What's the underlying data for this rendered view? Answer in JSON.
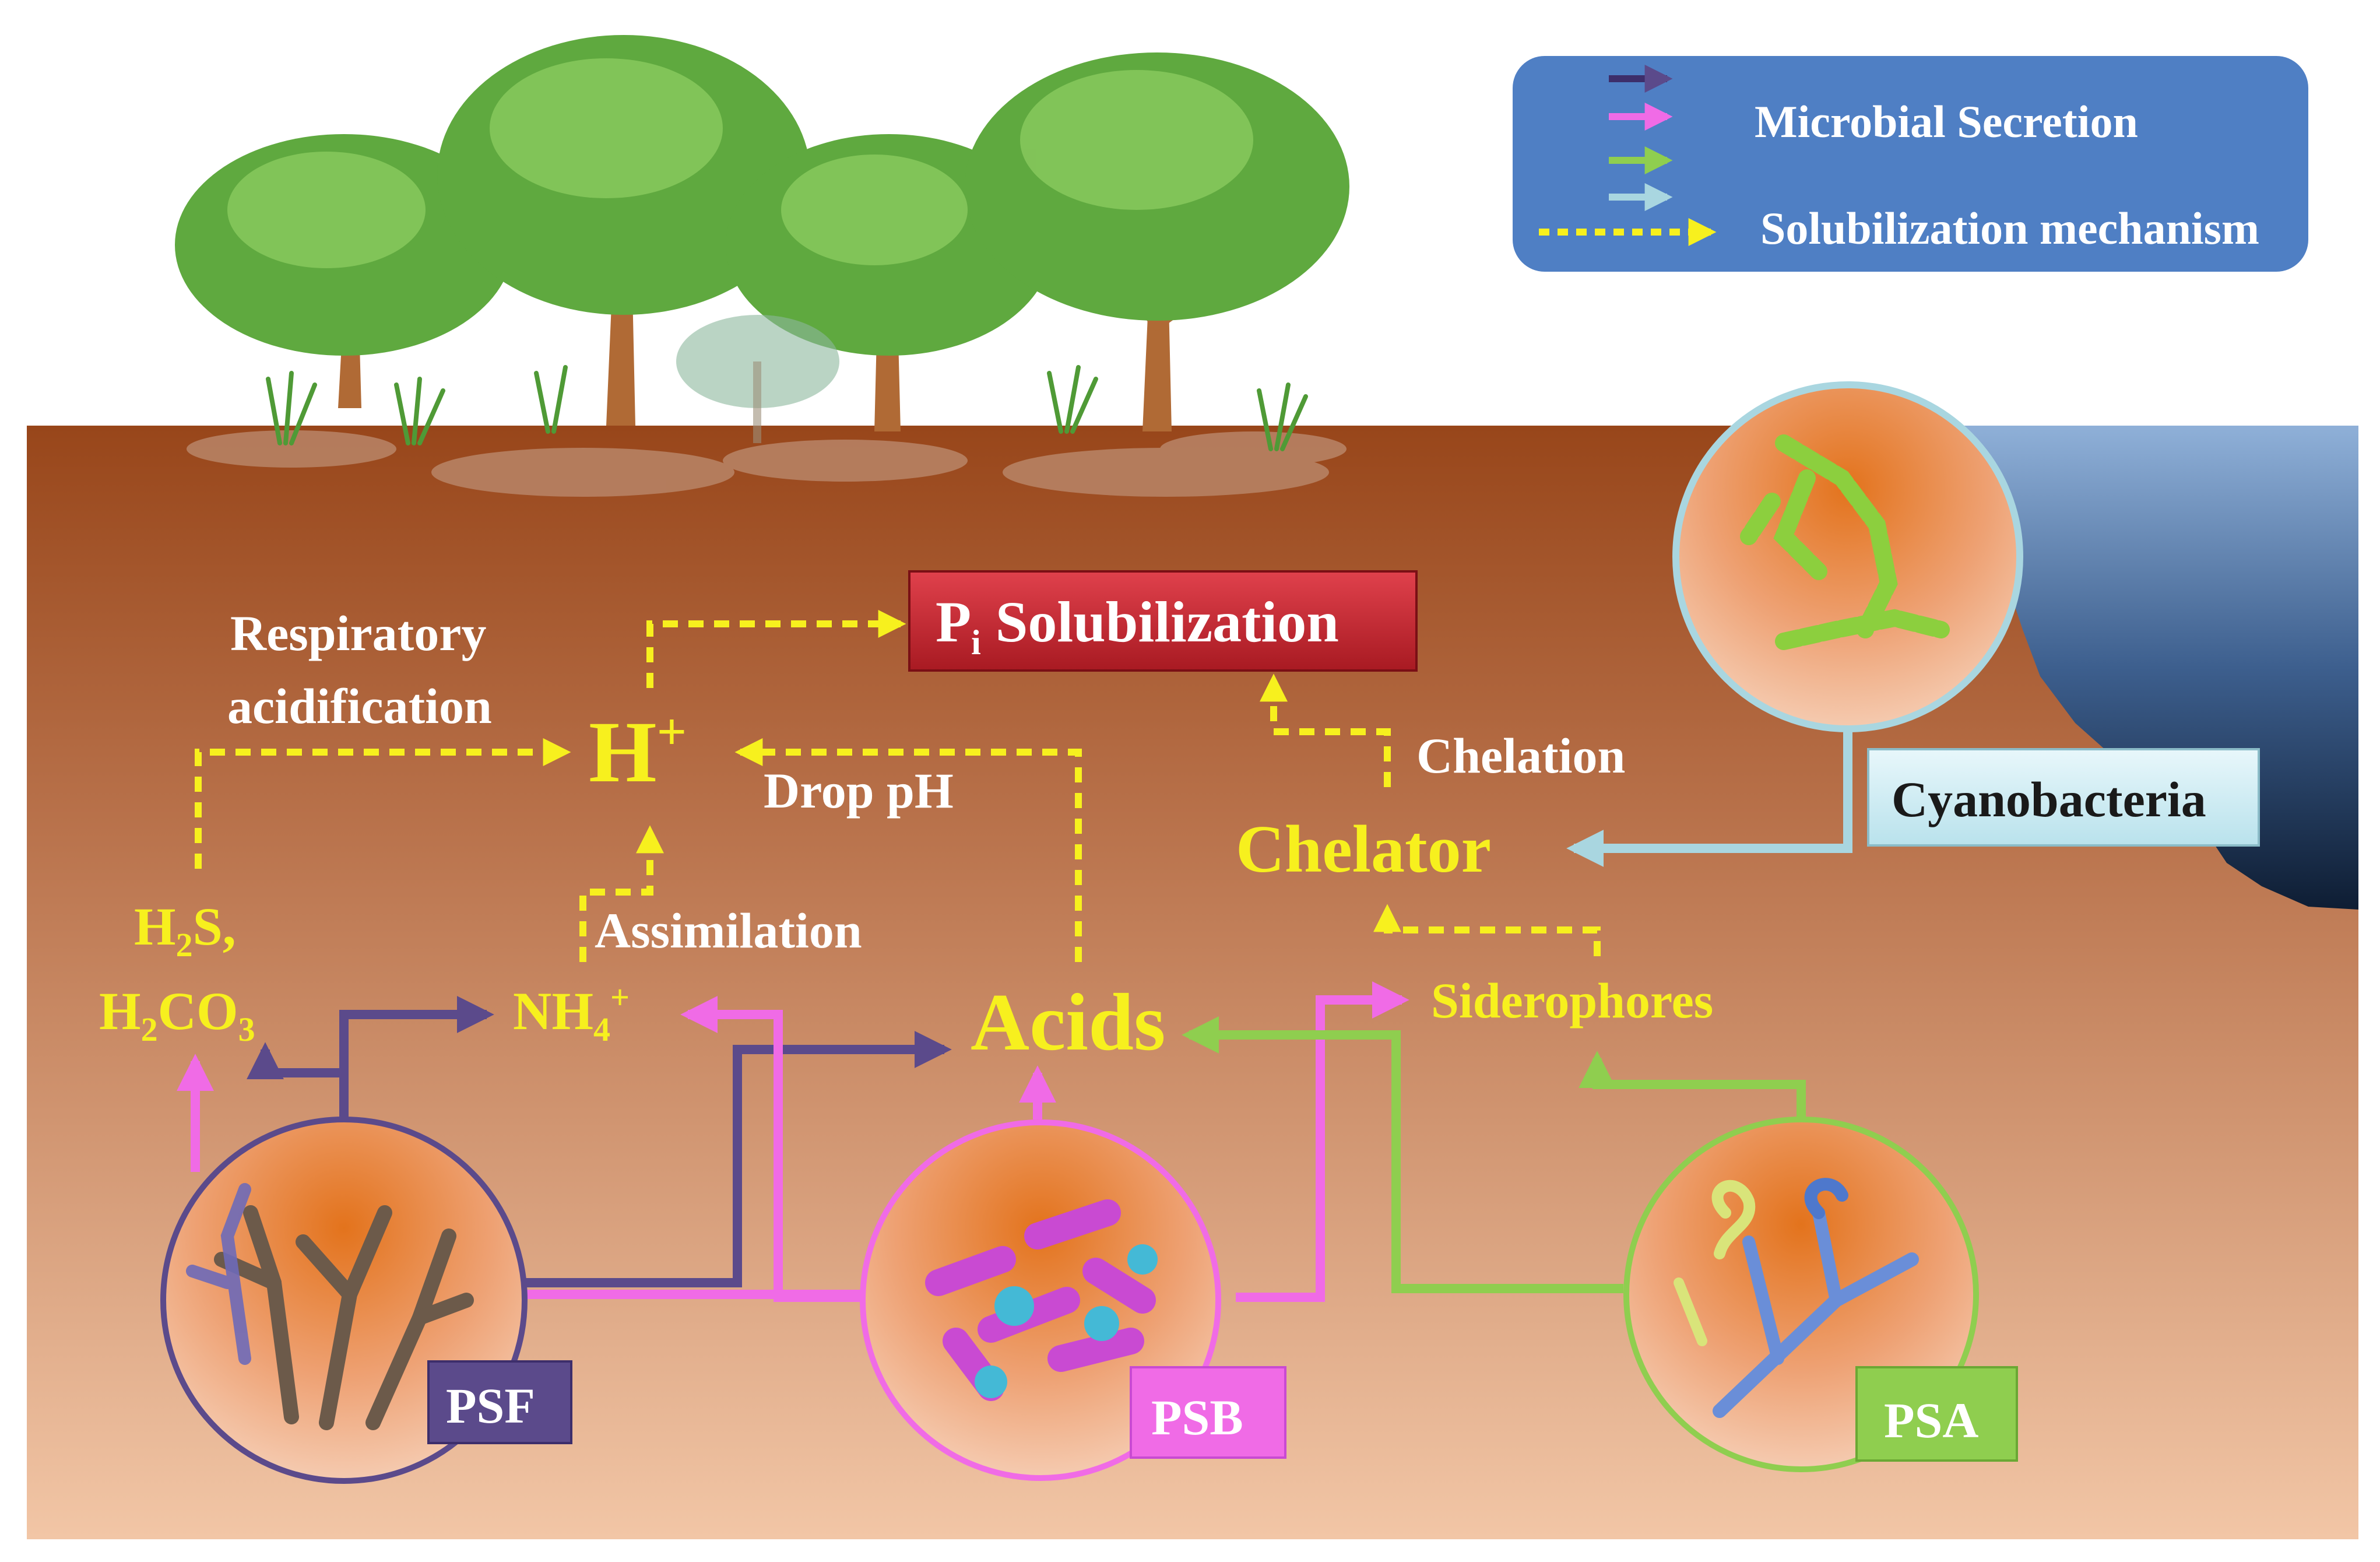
{
  "legend": {
    "microbial_secretion": "Microbial  Secretion",
    "solubilization_mechanism": "Solubilization  mechanism",
    "colors": {
      "psf_arrow": "#5b4a8b",
      "psb_arrow": "#f06be6",
      "psa_arrow": "#8fce4f",
      "cyano_arrow": "#a9d6e0",
      "mechanism_arrow": "#f7f01e"
    }
  },
  "nodes": {
    "pi_prefix": "P",
    "pi_sub": "i",
    "pi_suffix": " Solubilization",
    "h_plus": "H",
    "h_plus_sup": "+",
    "respiratory_line1": "Respiratory",
    "respiratory_line2": "acidification",
    "drop_ph": "Drop pH",
    "assimilation": "Assimilation",
    "chelation": "Chelation",
    "chelator": "Chelator",
    "h2s_a": "H",
    "h2s_sub": "2",
    "h2s_b": "S,",
    "h2co3_a": "H",
    "h2co3_sub1": "2",
    "h2co3_b": "CO",
    "h2co3_sub2": "3",
    "nh4_a": "NH",
    "nh4_sub": "4",
    "nh4_sup": "+",
    "acids": "Acids",
    "siderophores": "Siderophores"
  },
  "organisms": {
    "psf": "PSF",
    "psb": "PSB",
    "psa": "PSA",
    "cyanobacteria": "Cyanobacteria"
  },
  "colors": {
    "soil_top": "#9a4a1b",
    "soil_bottom": "#f0c3a2",
    "water": "#2d4a72",
    "pi_box": "#c8252f",
    "psf_box": "#5b4a8b",
    "psb_box": "#f06be6",
    "psa_box": "#8fce4f",
    "cyano_box": "#cbeaf2",
    "legend_bg": "#4f7fc4",
    "tree_foliage": "#5fa93f",
    "tree_trunk": "#b06a35"
  }
}
